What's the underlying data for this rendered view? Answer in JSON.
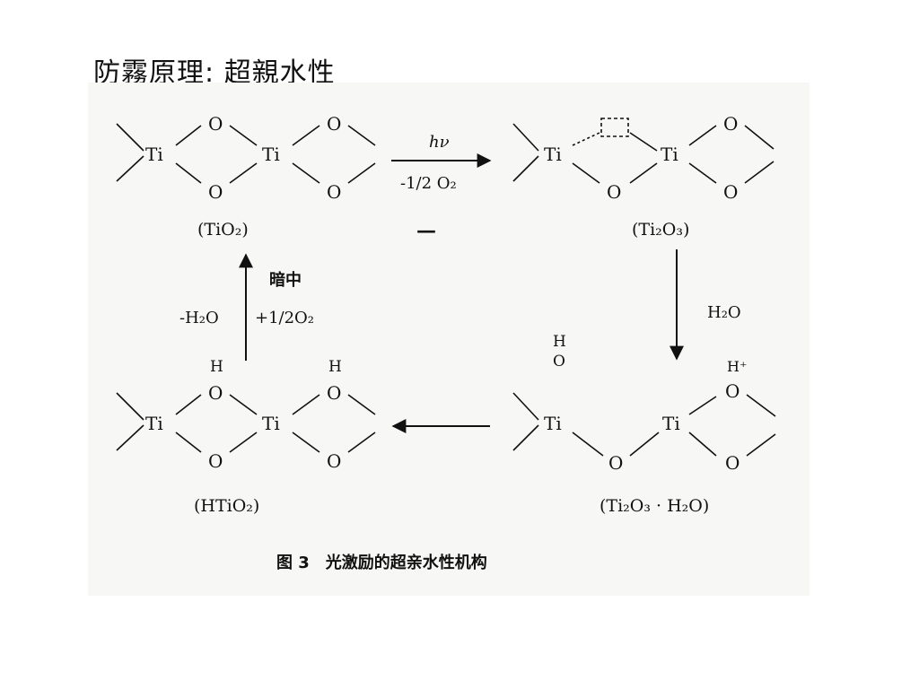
{
  "slide": {
    "title": "防霧原理: 超親水性"
  },
  "figure": {
    "atoms": {
      "ti": "Ti",
      "o": "O",
      "h": "H",
      "h_plus": "H⁺"
    },
    "labels": {
      "tio2": "(TiO₂)",
      "ti2o3": "(Ti₂O₃)",
      "ti2o3_h2o": "(Ti₂O₃ · H₂O)",
      "htio2": "(HTiO₂)"
    },
    "arrows": {
      "top_above": "hν",
      "top_below": "-1/2 O₂",
      "dash": "—",
      "right_side": "H₂O",
      "left_above": "暗中",
      "left_minus": "-H₂O",
      "left_plus": "+1/2O₂"
    },
    "floating": {
      "h": "H",
      "o": "O"
    },
    "caption": "图 3　光激励的超亲水性机构"
  }
}
